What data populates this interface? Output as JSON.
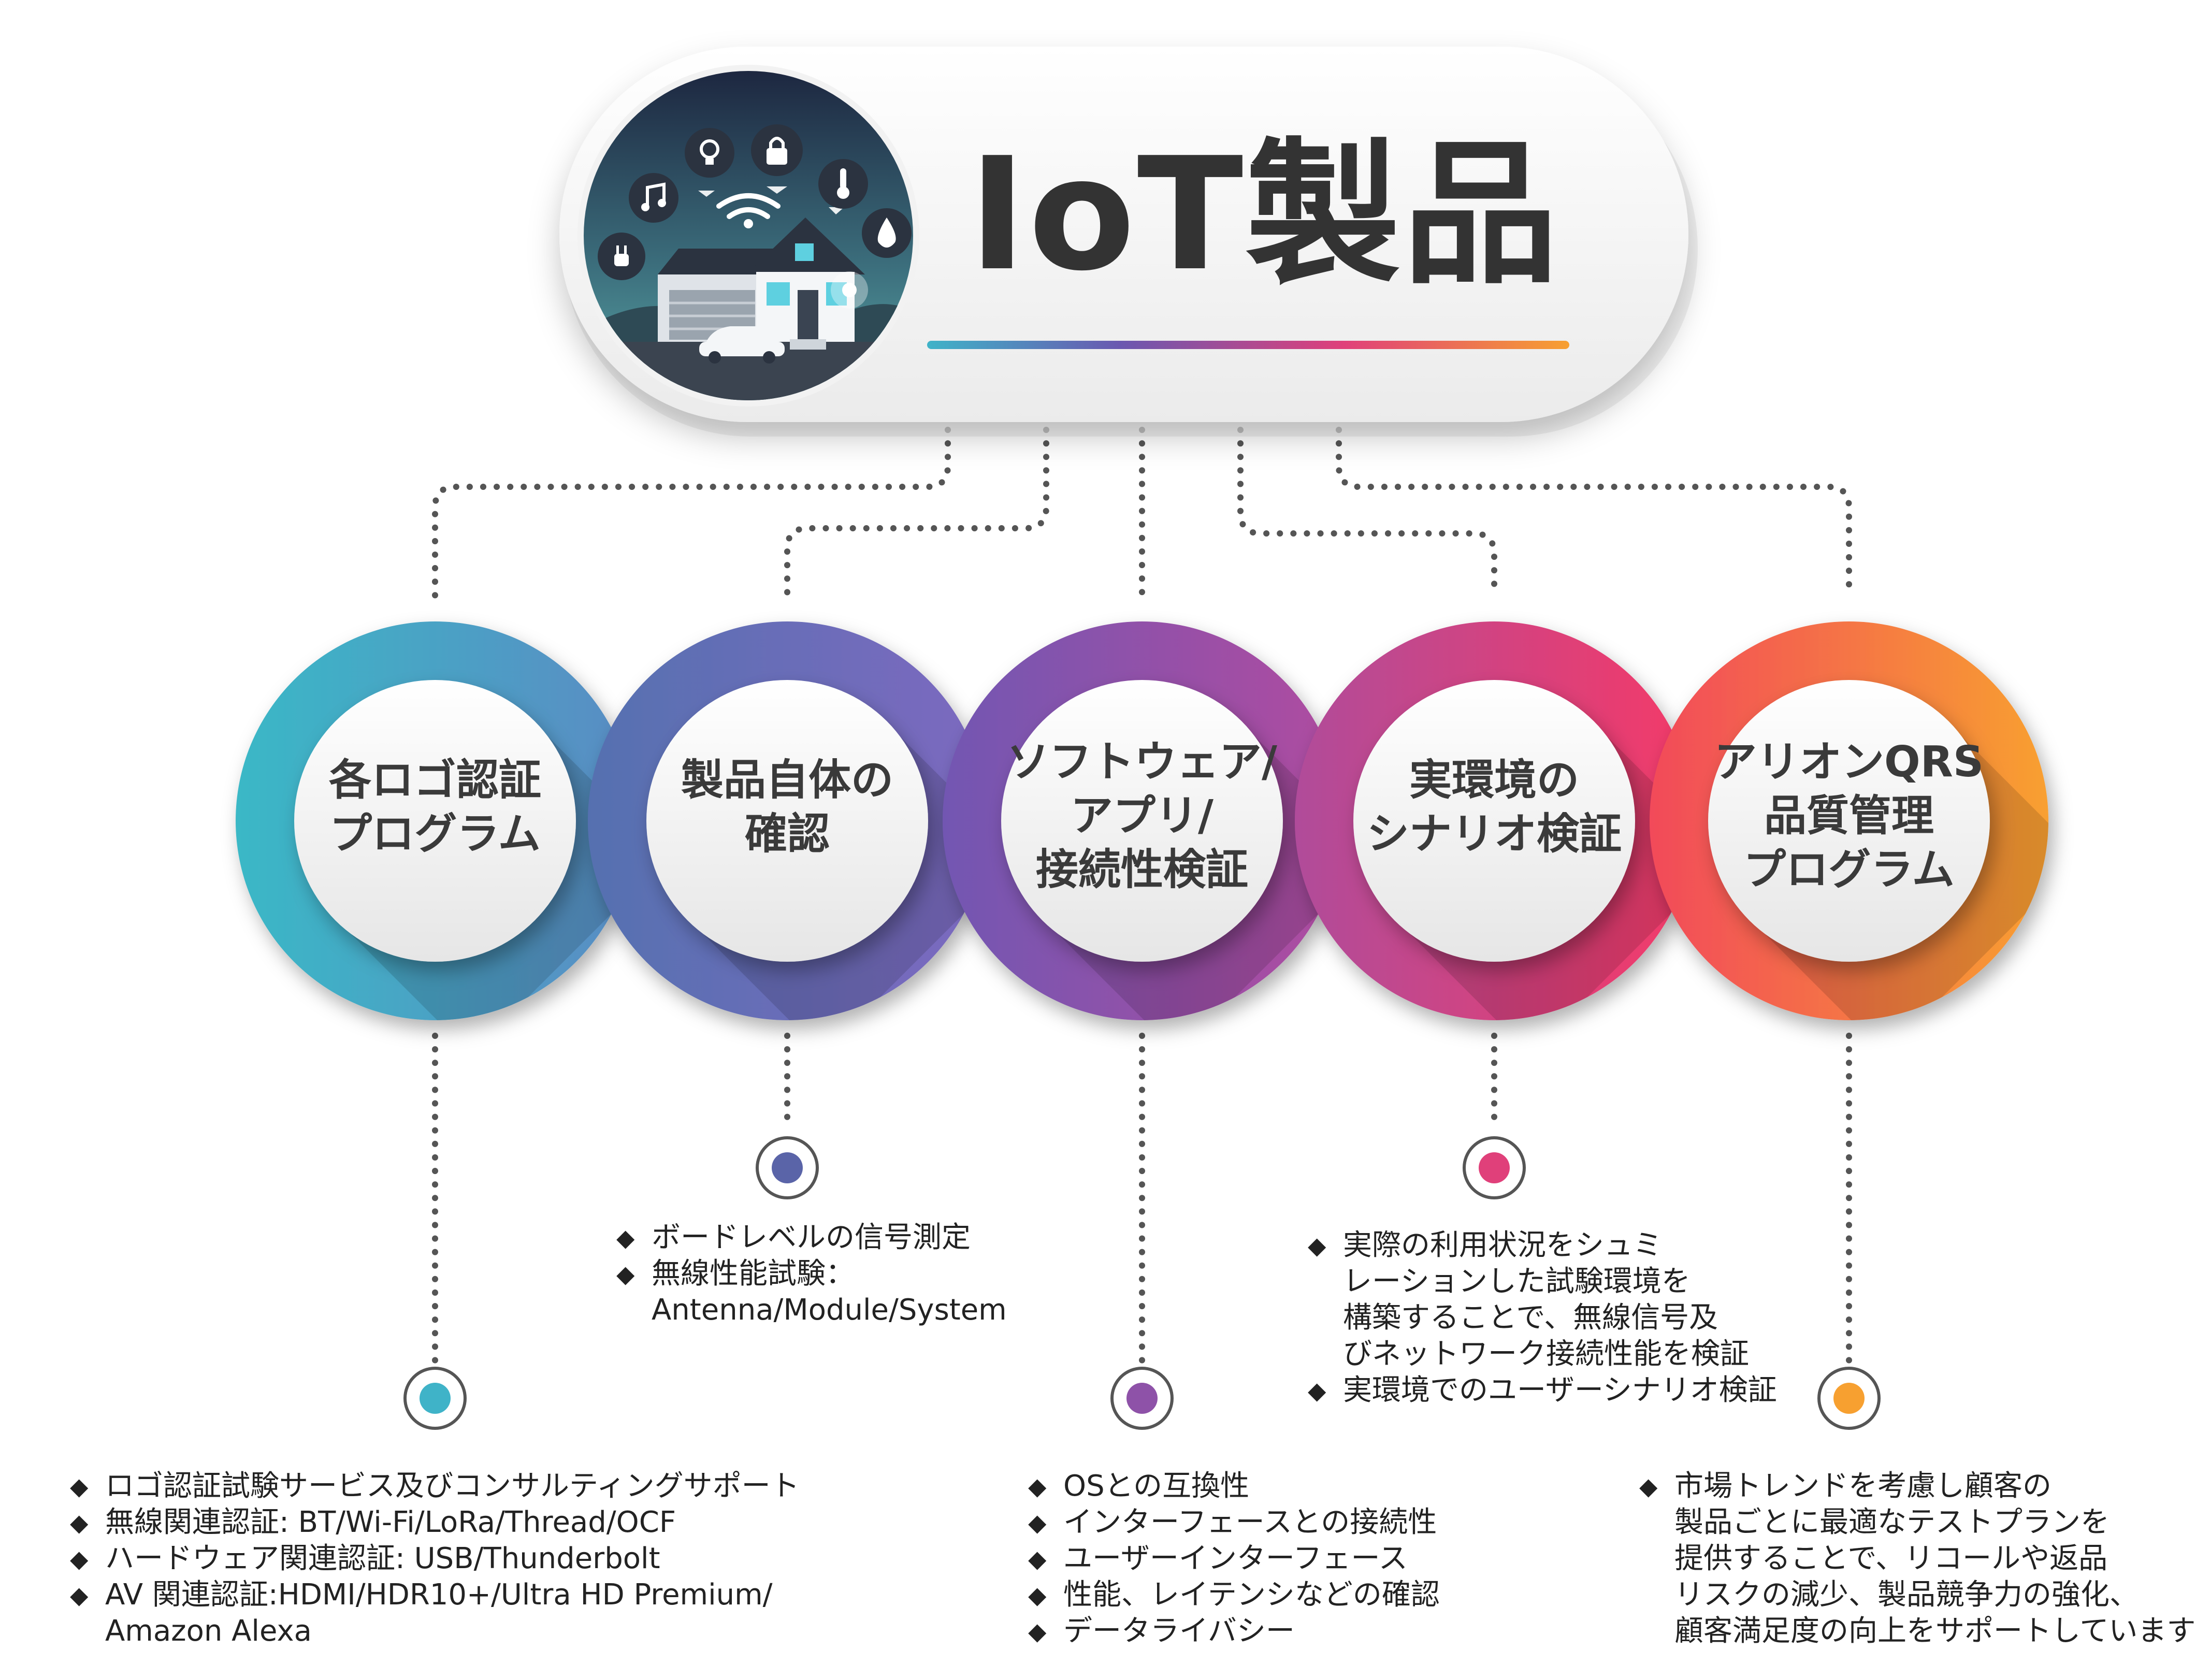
{
  "title": "IoT製品",
  "nodes": [
    {
      "label_lines": [
        "各ロゴ認証",
        "プログラム"
      ],
      "color": "#3fb3c8",
      "bullets": [
        "ロゴ認証試験サービス及びコンサルティングサポート",
        "無線関連認証:  BT/Wi-Fi/LoRa/Thread/OCF",
        "ハードウェア関連認証:  USB/Thunderbolt",
        "AV 関連認証:HDMI/HDR10+/Ultra HD Premium/"
      ],
      "bullet_continuation": "Amazon Alexa"
    },
    {
      "label_lines": [
        "製品自体の",
        "確認"
      ],
      "color": "#5a64a8",
      "bullets": [
        "ボードレベルの信号測定",
        "無線性能試験："
      ],
      "bullet_continuation": "Antenna/Module/System"
    },
    {
      "label_lines": [
        "ソフトウェア/",
        "アプリ/",
        "接続性検証"
      ],
      "color": "#8e52a8",
      "bullets": [
        "OSとの互換性",
        "インターフェースとの接続性",
        "ユーザーインターフェース",
        "性能、レイテンシなどの確認",
        "データライバシー"
      ]
    },
    {
      "label_lines": [
        "実環境の",
        "シナリオ検証"
      ],
      "color": "#e0407a",
      "bullets": [
        "実際の利用状況をシュミ\nレーションした試験環境を\n構築することで、無線信号及\nびネットワーク接続性能を検証",
        "実環境でのユーザーシナリオ検証"
      ]
    },
    {
      "label_lines": [
        "アリオンQRS",
        "品質管理",
        "プログラム"
      ],
      "color": "#f7a030",
      "bullets": [
        "市場トレンドを考慮し顧客の\n製品ごとに最適なテストプランを\n提供することで、リコールや返品\nリスクの減少、製品競争力の強化、\n顧客満足度の向上をサポートしています"
      ]
    }
  ]
}
